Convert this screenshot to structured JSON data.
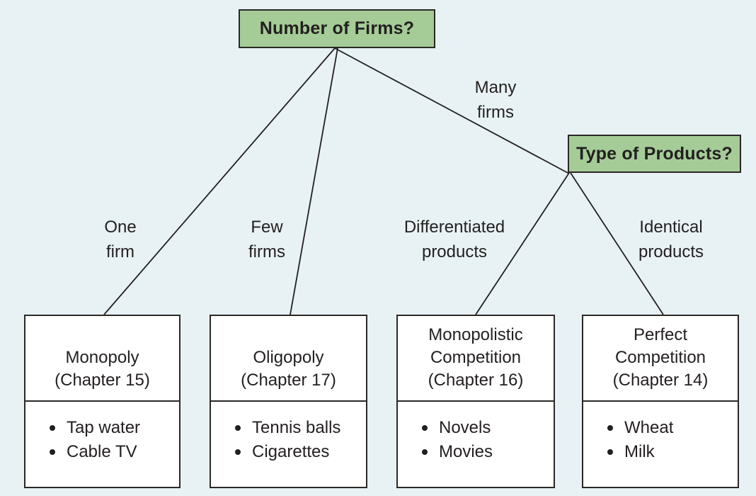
{
  "diagram": {
    "questions": {
      "number_of_firms": "Number of Firms?",
      "type_of_products": "Type of Products?"
    },
    "branch_labels": {
      "one_firm": [
        "One",
        "firm"
      ],
      "few_firms": [
        "Few",
        "firms"
      ],
      "many_firms": [
        "Many",
        "firms"
      ],
      "differentiated_products": [
        "Differentiated",
        "products"
      ],
      "identical_products": [
        "Identical",
        "products"
      ]
    },
    "outcomes": [
      {
        "title": [
          "Monopoly",
          "(Chapter 15)"
        ],
        "examples": [
          "Tap water",
          "Cable TV"
        ]
      },
      {
        "title": [
          "Oligopoly",
          "(Chapter 17)"
        ],
        "examples": [
          "Tennis balls",
          "Cigarettes"
        ]
      },
      {
        "title": [
          "Monopolistic",
          "Competition",
          "(Chapter 16)"
        ],
        "examples": [
          "Novels",
          "Movies"
        ]
      },
      {
        "title": [
          "Perfect",
          "Competition",
          "(Chapter 14)"
        ],
        "examples": [
          "Wheat",
          "Milk"
        ]
      }
    ],
    "colors": {
      "background": "#e8f2f4",
      "question_box_fill": "#a5cc97",
      "box_border": "#2b2826",
      "text": "#231f20",
      "connector": "#231f20"
    }
  }
}
